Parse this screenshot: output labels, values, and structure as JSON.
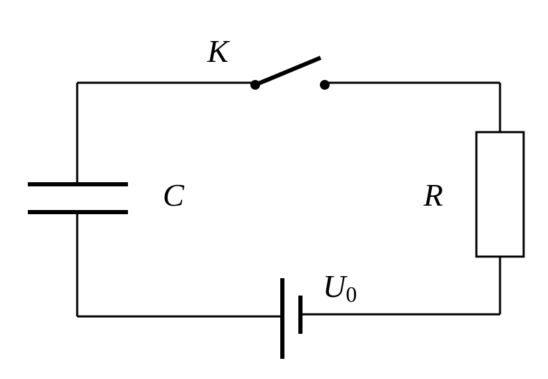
{
  "labels": {
    "switch": "K",
    "capacitor": "C",
    "resistor": "R",
    "source_main": "U",
    "source_sub": "0"
  },
  "colors": {
    "line": "#000000",
    "background": "#ffffff"
  }
}
